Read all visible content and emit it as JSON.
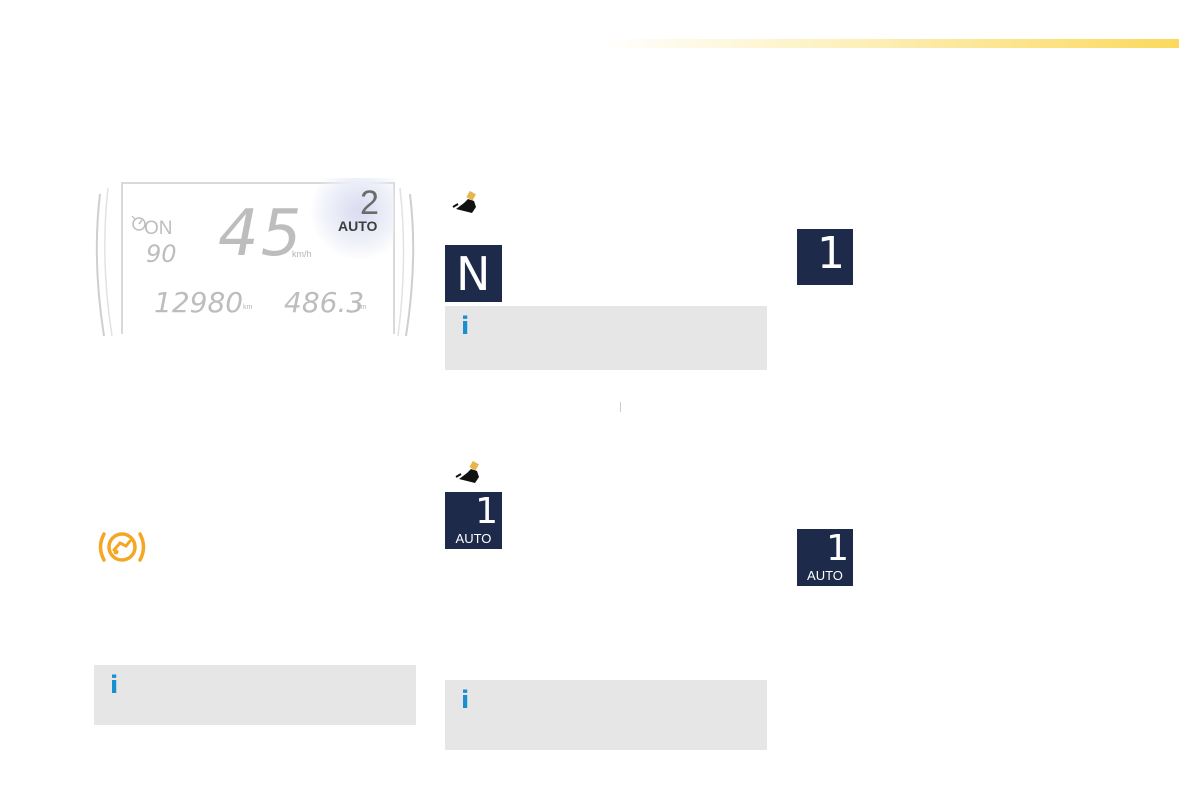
{
  "colors": {
    "accent_yellow": "#fbd85a",
    "tile_navy": "#1d2a4a",
    "info_bg": "#e6e6e6",
    "info_icon": "#1a8fd0",
    "warning_orange": "#f5a623"
  },
  "dashboard": {
    "speed": "45",
    "speed_unit": "km/h",
    "cruise_status": "ON",
    "speed_limit": "90",
    "gear": "2",
    "gear_mode": "AUTO",
    "odometer": "12980",
    "odometer_unit": "km",
    "trip": "486.3",
    "trip_unit": "km"
  },
  "tiles": {
    "neutral": {
      "gear": "N"
    },
    "auto_first_mid": {
      "gear": "1",
      "mode": "AUTO"
    },
    "first_right": {
      "gear": "1"
    },
    "auto_first_right": {
      "gear": "1",
      "mode": "AUTO"
    }
  },
  "info_icon_letter": "i",
  "icons": [
    "hand-on-lever-icon",
    "parking-brake-warning-icon",
    "info-icon"
  ]
}
